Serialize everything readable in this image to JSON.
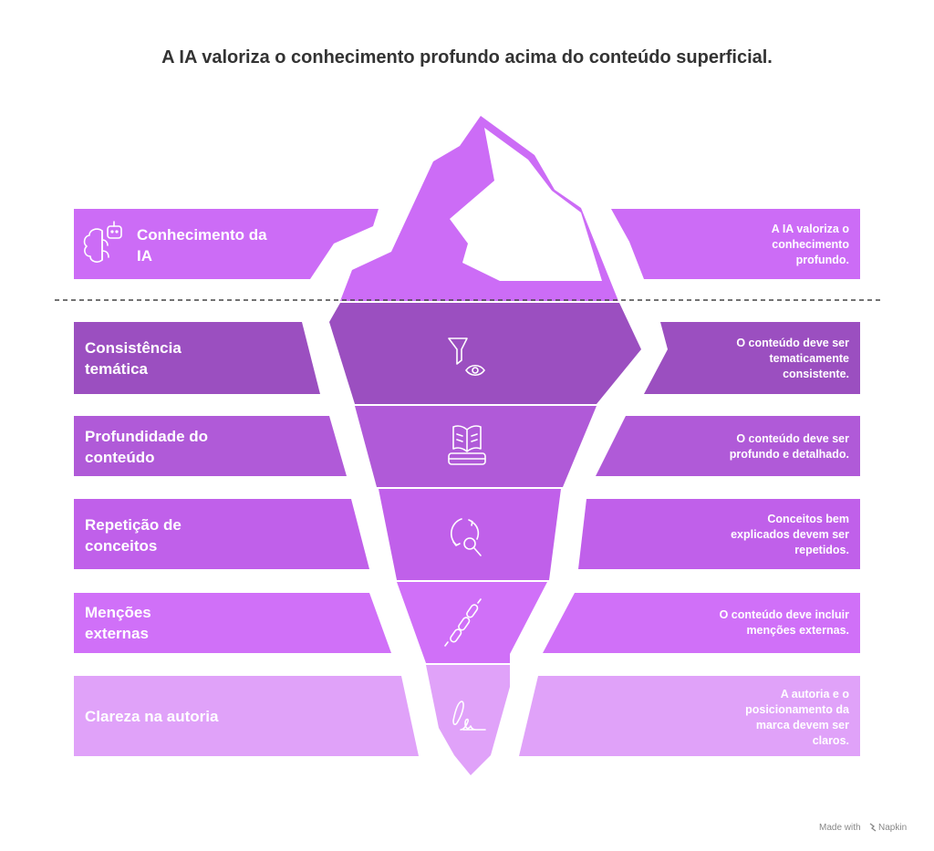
{
  "title": "A IA valoriza o conhecimento profundo acima do conteúdo superficial.",
  "colors": {
    "top": "#cc6cf6",
    "row1": "#9b4fc0",
    "row2": "#b05ad8",
    "row3": "#c060ea",
    "row4": "#d070f8",
    "row5": "#e0a2f9",
    "snow": "#ffffff",
    "waterline": "#444444"
  },
  "rows": [
    {
      "label": [
        "Conhecimento da",
        "IA"
      ],
      "desc": [
        "A IA valoriza o",
        "conhecimento",
        "profundo."
      ],
      "icon": "brain-robot-icon"
    },
    {
      "label": [
        "Consistência",
        "temática"
      ],
      "desc": [
        "O conteúdo deve ser",
        "tematicamente",
        "consistente."
      ],
      "icon": "funnel-eye-icon"
    },
    {
      "label": [
        "Profundidade do",
        "conteúdo"
      ],
      "desc": [
        "O conteúdo deve ser",
        "profundo e detalhado."
      ],
      "icon": "book-icon"
    },
    {
      "label": [
        "Repetição de",
        "conceitos"
      ],
      "desc": [
        "Conceitos bem",
        "explicados devem ser",
        "repetidos."
      ],
      "icon": "refresh-search-icon"
    },
    {
      "label": [
        "Menções",
        "externas"
      ],
      "desc": [
        "O conteúdo deve incluir",
        "menções externas."
      ],
      "icon": "chain-link-icon"
    },
    {
      "label": [
        "Clareza na autoria"
      ],
      "desc": [
        "A autoria e o",
        "posicionamento da",
        "marca devem ser",
        "claros."
      ],
      "icon": "signature-icon"
    }
  ],
  "footer": {
    "made_with": "Made with",
    "brand": "Napkin"
  }
}
